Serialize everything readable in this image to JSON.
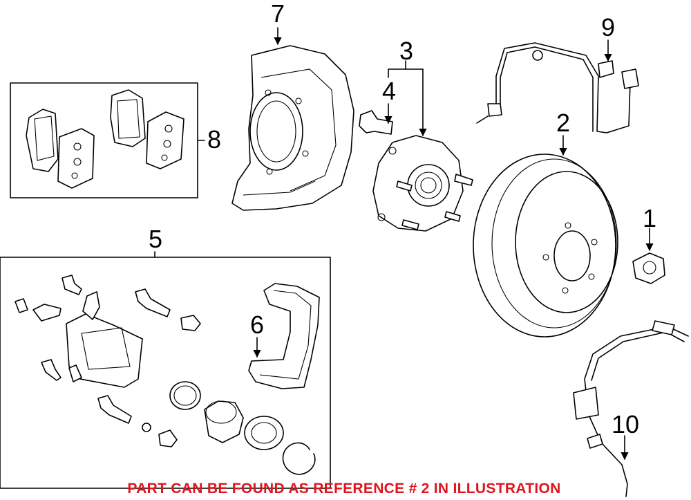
{
  "callouts": {
    "c1": "1",
    "c2": "2",
    "c3": "3",
    "c4": "4",
    "c5": "5",
    "c6": "6",
    "c7": "7",
    "c8": "8",
    "c9": "9",
    "c10": "10"
  },
  "note": "PART CAN BE FOUND AS REFERENCE # 2 IN ILLUSTRATION",
  "colors": {
    "note": "#e0141e",
    "lines": "#000000",
    "background": "#ffffff"
  },
  "highlighted_reference": "2"
}
